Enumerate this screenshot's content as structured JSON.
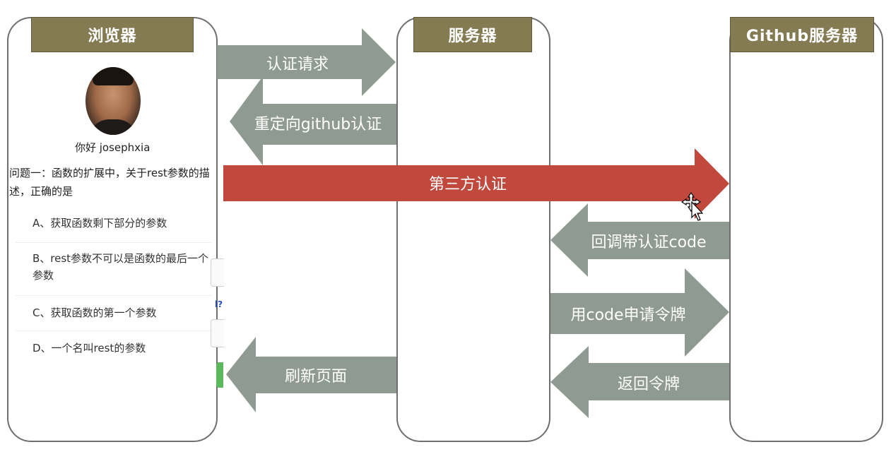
{
  "columns": {
    "browser": {
      "title": "浏览器"
    },
    "server": {
      "title": "服务器"
    },
    "github": {
      "title": "Github服务器"
    }
  },
  "arrows": [
    {
      "id": "auth-request",
      "label": "认证请求",
      "from": "browser",
      "to": "server",
      "color": "#8f9b92"
    },
    {
      "id": "redirect-github",
      "label": "重定向github认证",
      "from": "server",
      "to": "browser",
      "color": "#8f9b92"
    },
    {
      "id": "third-party-auth",
      "label": "第三方认证",
      "from": "browser",
      "to": "github",
      "color": "#c0483d"
    },
    {
      "id": "callback-code",
      "label": "回调带认证code",
      "from": "github",
      "to": "server",
      "color": "#8f9b92"
    },
    {
      "id": "request-token",
      "label": "用code申请令牌",
      "from": "server",
      "to": "github",
      "color": "#8f9b92"
    },
    {
      "id": "return-token",
      "label": "返回令牌",
      "from": "github",
      "to": "server",
      "color": "#8f9b92"
    },
    {
      "id": "refresh-page",
      "label": "刷新页面",
      "from": "server",
      "to": "browser",
      "color": "#8f9b92"
    }
  ],
  "browser_panel": {
    "greeting": "你好 josephxia",
    "question": "问题一：函数的扩展中，关于rest参数的描述，正确的是",
    "options": [
      "A、获取函数剩下部分的参数",
      "B、rest参数不可以是函数的最后一个参数",
      "C、获取函数的第一个参数",
      "D、一个名叫rest的参数"
    ],
    "partial_link": "l?"
  },
  "colors": {
    "column_title_bg": "#847b52",
    "arrow_gray": "#8f9b92",
    "arrow_red": "#c0483d",
    "column_border": "#6f6f6f"
  }
}
